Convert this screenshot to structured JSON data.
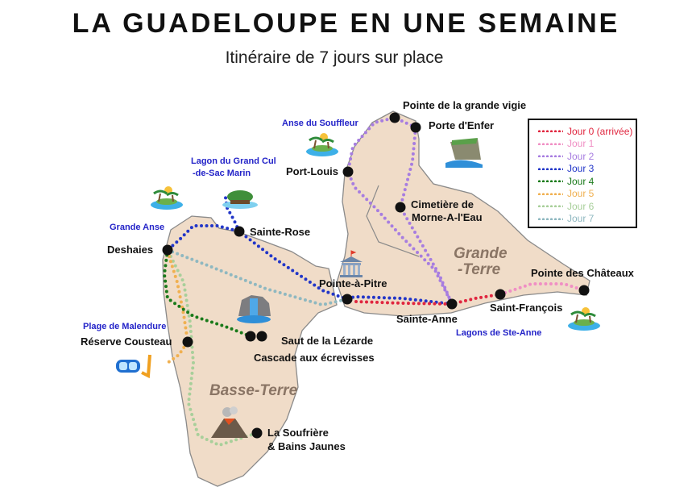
{
  "header": {
    "title": "LA GUADELOUPE EN UNE SEMAINE",
    "subtitle": "Itinéraire de 7 jours sur place"
  },
  "regions": {
    "basse_terre": "Basse-Terre",
    "grande_terre_1": "Grande",
    "grande_terre_2": "-Terre"
  },
  "places": {
    "pointe_vigie": "Pointe de la grande vigie",
    "porte_enfer": "Porte d'Enfer",
    "port_louis": "Port-Louis",
    "cimetiere_1": "Cimetière de",
    "cimetiere_2": "Morne-A-l'Eau",
    "sainte_rose": "Sainte-Rose",
    "deshaies": "Deshaies",
    "pointe_a_pitre": "Pointe-à-Pitre",
    "sainte_anne": "Sainte-Anne",
    "saint_francois": "Saint-François",
    "pointe_chateaux": "Pointe des Châteaux",
    "reserve_cousteau": "Réserve Cousteau",
    "saut_lezarde": "Saut de la Lézarde",
    "cascade": "Cascade aux écrevisses",
    "soufriere_1": "La Soufrière",
    "soufriere_2": "& Bains Jaunes"
  },
  "spots": {
    "anse_souffleur": "Anse du Souffleur",
    "lagon_1": "Lagon du Grand Cul",
    "lagon_2": "-de-Sac Marin",
    "grande_anse": "Grande Anse",
    "malendure": "Plage de Malendure",
    "lagons_ste_anne": "Lagons de Ste-Anne"
  },
  "legend": [
    {
      "label": "Jour 0 (arrivée)",
      "color": "#e0263f"
    },
    {
      "label": "Jour 1",
      "color": "#f08fc4"
    },
    {
      "label": "Jour 2",
      "color": "#a77de0"
    },
    {
      "label": "Jour 3",
      "color": "#2236c8"
    },
    {
      "label": "Jour 4",
      "color": "#1a7a1a"
    },
    {
      "label": "Jour 5",
      "color": "#f0b050"
    },
    {
      "label": "Jour 6",
      "color": "#a8cf9a"
    },
    {
      "label": "Jour 7",
      "color": "#8fb8c0"
    }
  ],
  "colors": {
    "land": "#f0dcc8",
    "coast": "#8a8a8a",
    "spot_text": "#2323c8"
  }
}
